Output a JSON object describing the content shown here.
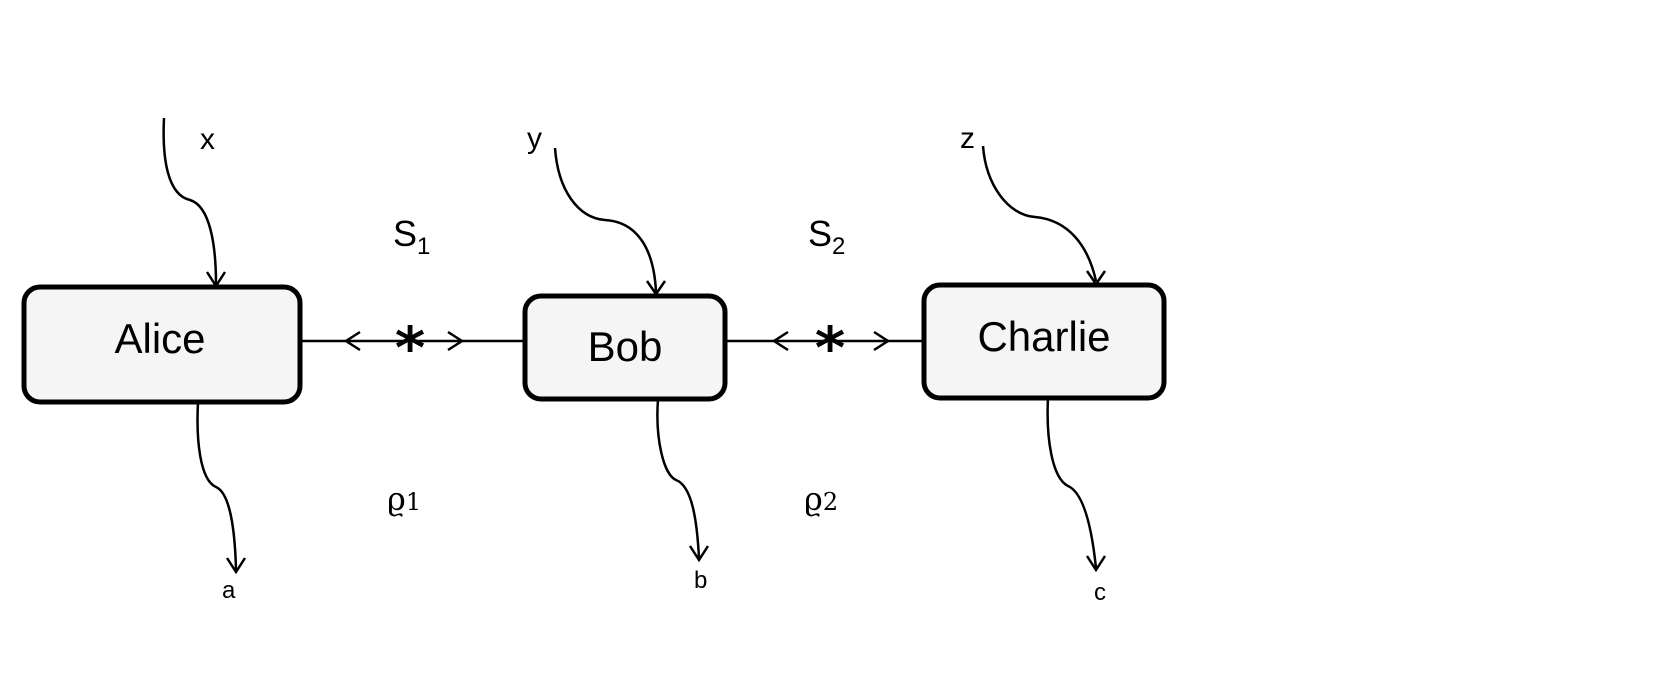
{
  "parties": [
    {
      "name": "Alice",
      "input": "x",
      "output": "a"
    },
    {
      "name": "Bob",
      "input": "y",
      "output": "b"
    },
    {
      "name": "Charlie",
      "input": "z",
      "output": "c"
    }
  ],
  "sources": [
    {
      "label": "S",
      "index": "1",
      "symbol": "*",
      "state": "ϱ",
      "state_index": "1"
    },
    {
      "label": "S",
      "index": "2",
      "symbol": "*",
      "state": "ϱ",
      "state_index": "2"
    }
  ]
}
